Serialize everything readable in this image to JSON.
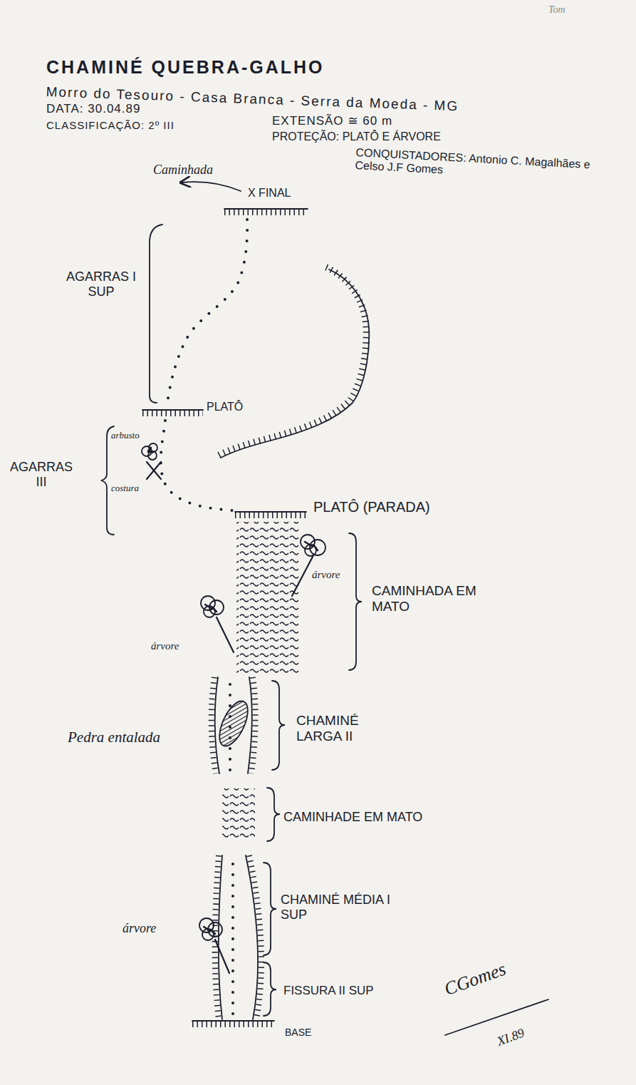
{
  "diagram": {
    "title": "CHAMINÉ QUEBRA-GALHO",
    "labels": [
      "Tom",
      "Morro do Tesouro - Casa Branca - Serra da Moeda - MG",
      "DATA: 30.04.89",
      "CLASSIFICAÇÃO: 2º III",
      "EXTENSÃO ≅ 60 m",
      "PROTEÇÃO: PLATÔ E ÁRVORE",
      "CONQUISTADORES: Antonio C. Magalhães e Celso J.F Gomes",
      "Caminhada",
      "X FINAL",
      "AGARRAS I SUP",
      "PLATÔ",
      "arbusto",
      "AGARRAS III",
      "costura",
      "PLATÔ (PARADA)",
      "árvore",
      "CAMINHADA EM MATO",
      "árvore",
      "Pedra entalada",
      "CHAMINÉ LARGA II",
      "CAMINHADE EM MATO",
      "CHAMINÉ MÉDIA I SUP",
      "árvore",
      "FISSURA II SUP",
      "BASE",
      "CGomes",
      "XI.89"
    ]
  }
}
